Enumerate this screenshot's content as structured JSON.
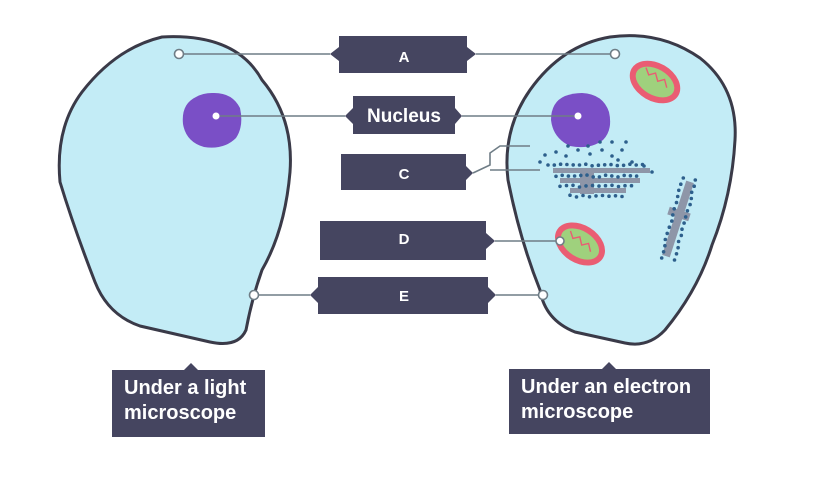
{
  "colors": {
    "cell_fill": "#c3ecf6",
    "cell_stroke": "#3a3a48",
    "nucleus": "#7a4fc6",
    "label_box": "#454560",
    "label_text": "#ffffff",
    "leader_line": "#6f7d86",
    "mitochondria_outer": "#ea5d73",
    "mitochondria_inner": "#9fd17d",
    "ribosome": "#2d5f8c",
    "er": "#8e96a8"
  },
  "labels": {
    "a": "A",
    "nucleus": "Nucleus",
    "c": "C",
    "d": "D",
    "e": "E"
  },
  "captions": {
    "light": {
      "line1": "Under a light",
      "line2": "microscope"
    },
    "electron": {
      "line1": "Under an electron",
      "line2": "microscope"
    }
  }
}
